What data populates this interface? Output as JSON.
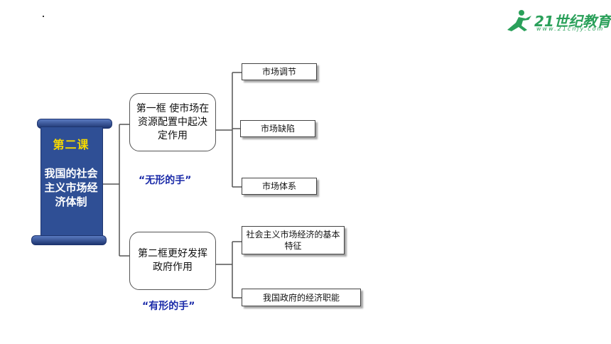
{
  "logo": {
    "text": "21世纪教育",
    "url": "www.21cnjy.com",
    "color": "#2aa05a"
  },
  "lesson": {
    "title": "第二课",
    "subtitle": "我国的社会主义市场经济体制"
  },
  "frames": [
    {
      "label": "第一框 使市场在资源配置中起决定作用",
      "nickname": "“无形的手”",
      "items": [
        "市场调节",
        "市场缺陷",
        "市场体系"
      ]
    },
    {
      "label": "第二框更好发挥政府作用",
      "nickname": "“有形的手”",
      "items": [
        "社会主义市场经济的基本特征",
        "我国政府的经济职能"
      ]
    }
  ],
  "colors": {
    "scroll": "#2f4f95",
    "title": "#f5d800",
    "nickname": "#1a2aa8"
  }
}
